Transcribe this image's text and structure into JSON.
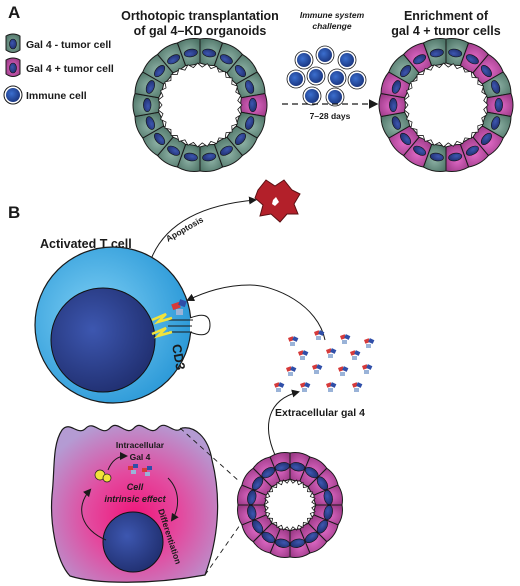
{
  "panel_a": {
    "label": "A",
    "legend": [
      {
        "text": "Gal 4 - tumor cell",
        "icon": "gal4-negative-cell-icon"
      },
      {
        "text": "Gal 4 + tumor cell",
        "icon": "gal4-positive-cell-icon"
      },
      {
        "text": "Immune cell",
        "icon": "immune-cell-icon"
      }
    ],
    "title_left_line1": "Orthotopic transplantation",
    "title_left_line2": "of gal 4–KD organoids",
    "challenge_line1": "Immune system",
    "challenge_line2": "challenge",
    "days": "7–28 days",
    "title_right_line1": "Enrichment of",
    "title_right_line2": "gal 4 + tumor cells"
  },
  "panel_b": {
    "label": "B",
    "apoptosis": "Apoptosis",
    "activated_t_cell": "Activated T cell",
    "cd3": "CD3",
    "extracellular": "Extracellular gal 4",
    "intracellular_line1": "Intracellular",
    "intracellular_line2": "Gal 4",
    "effect_line1": "Cell",
    "effect_line2": "intrinsic effect",
    "differentiation": "Differentiation"
  },
  "colors": {
    "teal_cell": "#5f8a7c",
    "magenta_cell": "#b54a9e",
    "nucleus": "#2b3f8f",
    "t_cell": "#3aa9e0",
    "dead_cell": "#b3202a",
    "tumor_gradient_center": "#e8177a",
    "tumor_gradient_edge": "#c9a0d6"
  }
}
